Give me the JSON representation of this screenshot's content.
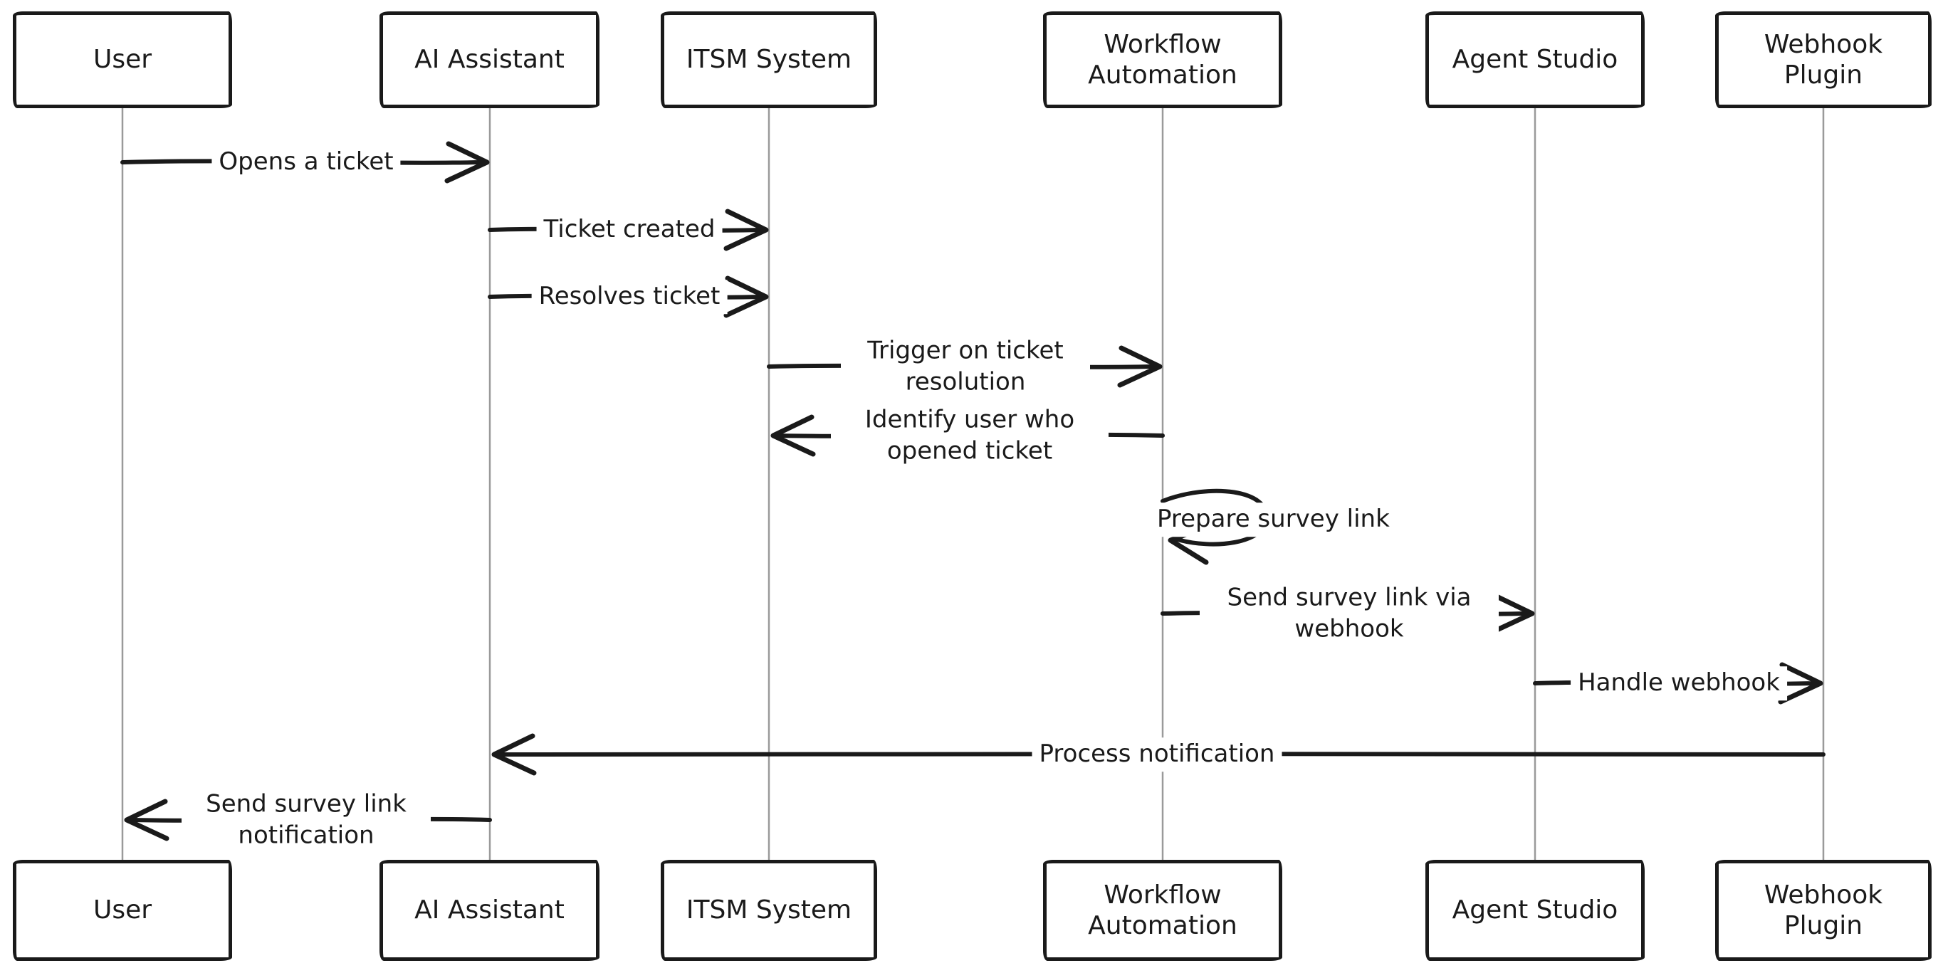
{
  "diagram": {
    "type": "sequence-diagram",
    "style": "hand-drawn",
    "colors": {
      "stroke": "#1a1a1a",
      "lifeline": "#9a9a9a",
      "background": "#ffffff",
      "text": "#1a1a1a"
    },
    "actors": [
      {
        "id": "user",
        "label": "User"
      },
      {
        "id": "ai-assistant",
        "label": "AI Assistant"
      },
      {
        "id": "itsm-system",
        "label": "ITSM System"
      },
      {
        "id": "workflow-automation",
        "label": "Workflow Automation"
      },
      {
        "id": "agent-studio",
        "label": "Agent Studio"
      },
      {
        "id": "webhook-plugin",
        "label": "Webhook Plugin"
      }
    ],
    "messages": [
      {
        "from": "User",
        "to": "AI Assistant",
        "label": "Opens a ticket",
        "direction": "right"
      },
      {
        "from": "AI Assistant",
        "to": "ITSM System",
        "label": "Ticket created",
        "direction": "right"
      },
      {
        "from": "AI Assistant",
        "to": "ITSM System",
        "label": "Resolves ticket",
        "direction": "right"
      },
      {
        "from": "ITSM System",
        "to": "Workflow Automation",
        "label": "Trigger on ticket resolution",
        "direction": "right"
      },
      {
        "from": "Workflow Automation",
        "to": "ITSM System",
        "label": "Identify user who opened ticket",
        "direction": "left"
      },
      {
        "from": "Workflow Automation",
        "to": "Workflow Automation",
        "label": "Prepare survey link",
        "direction": "self"
      },
      {
        "from": "Workflow Automation",
        "to": "Agent Studio",
        "label": "Send survey link via webhook",
        "direction": "right"
      },
      {
        "from": "Agent Studio",
        "to": "Webhook Plugin",
        "label": "Handle webhook",
        "direction": "right"
      },
      {
        "from": "Webhook Plugin",
        "to": "AI Assistant",
        "label": "Process notification",
        "direction": "left"
      },
      {
        "from": "AI Assistant",
        "to": "User",
        "label": "Send survey link notification",
        "direction": "left"
      }
    ]
  }
}
